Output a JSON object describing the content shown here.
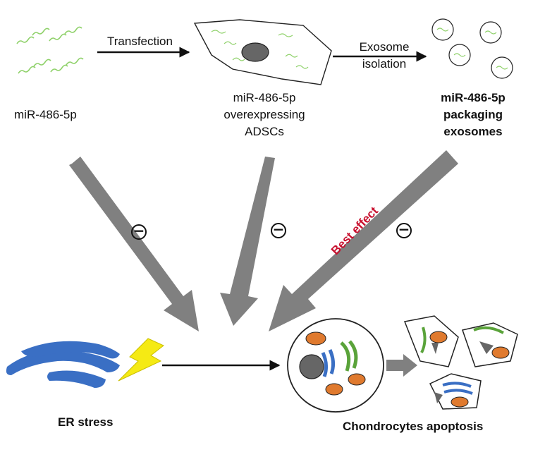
{
  "labels": {
    "mirna": "miR-486-5p",
    "transfection": "Transfection",
    "exosome_isolation_line1": "Exosome",
    "exosome_isolation_line2": "isolation",
    "adsc_line1": "miR-486-5p",
    "adsc_line2": "overexpressing",
    "adsc_line3": "ADSCs",
    "exo_line1": "miR-486-5p",
    "exo_line2": "packaging",
    "exo_line3": "exosomes",
    "best_effect": "Best effect",
    "er_stress": "ER stress",
    "apoptosis": "Chondrocytes apoptosis",
    "inhibit_symbol": "−"
  },
  "colors": {
    "arrow_gray": "#808080",
    "best_effect_red": "#c8102e",
    "er_blue": "#3a6fc4",
    "mito_orange": "#e07a2e",
    "golgi_green": "#5aa33a",
    "mirna_green": "#8fd16a",
    "lightning_yellow": "#f5ea14",
    "nucleus_gray": "#666666"
  }
}
